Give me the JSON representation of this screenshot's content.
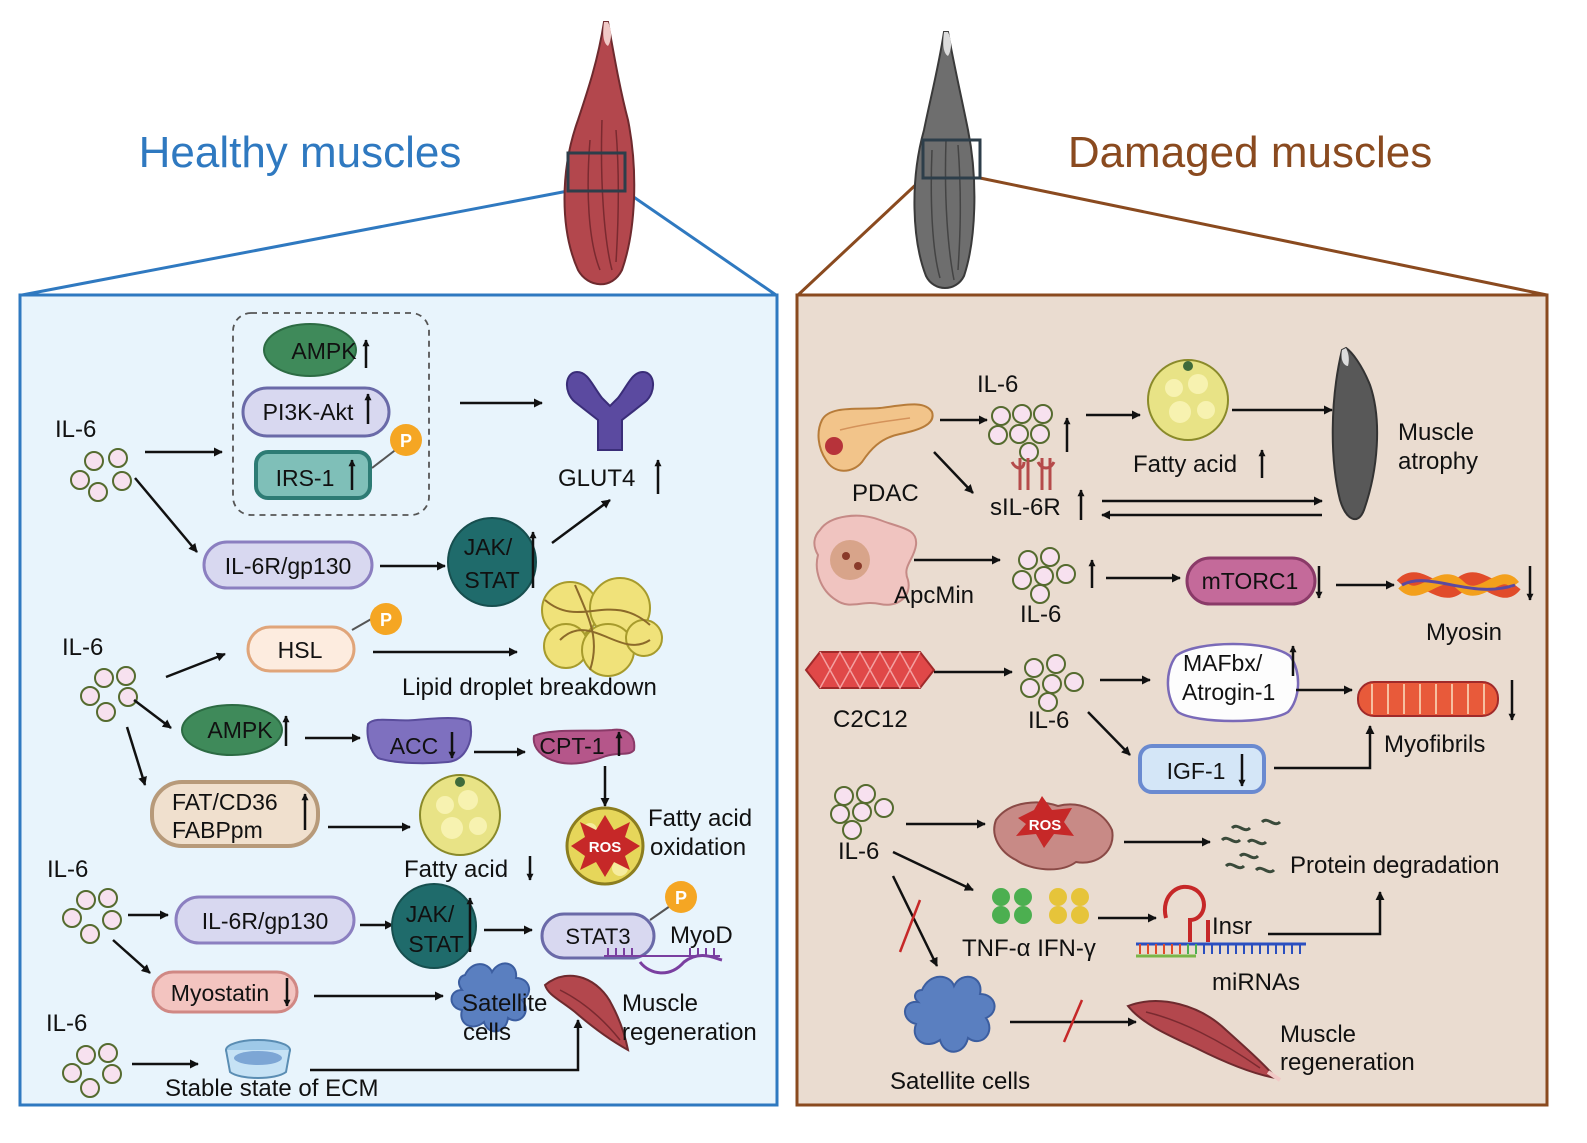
{
  "colors": {
    "healthy_accent": "#2f79c0",
    "damaged_accent": "#8a4a1f",
    "healthy_bg": "#e8f4fc",
    "damaged_bg": "#eadcd0",
    "muscle_red": "#b3474d",
    "muscle_gray": "#6e6e6e",
    "ros_red": "#c62828",
    "phospho_orange": "#f5a623"
  },
  "healthy": {
    "title": "Healthy muscles",
    "il6_1": "IL-6",
    "ampk_1": "AMPK",
    "pi3k": "PI3K-Akt",
    "irs1": "IRS-1",
    "p_label": "P",
    "glut4": "GLUT4",
    "il6r_1": "IL-6R/gp130",
    "jak_1a": "JAK/",
    "jak_1b": "STAT",
    "il6_2": "IL-6",
    "hsl": "HSL",
    "lipid": "Lipid droplet breakdown",
    "ampk_2": "AMPK",
    "acc": "ACC",
    "cpt1": "CPT-1",
    "fat_a": "FAT/CD36",
    "fat_b": "FABPpm",
    "ros": "ROS",
    "fao_a": "Fatty acid",
    "fao_b": "oxidation",
    "fatty_acid": "Fatty acid",
    "il6_3": "IL-6",
    "il6r_2": "IL-6R/gp130",
    "jak_2a": "JAK/",
    "jak_2b": "STAT",
    "stat3": "STAT3",
    "myod": "MyoD",
    "myostatin": "Myostatin",
    "sat_a": "Satellite",
    "sat_b": "cells",
    "regen_a": "Muscle",
    "regen_b": "regeneration",
    "il6_4": "IL-6",
    "ecm": "Stable state of ECM"
  },
  "damaged": {
    "title": "Damaged muscles",
    "il6_1": "IL-6",
    "pdac": "PDAC",
    "fatty_acid": "Fatty acid",
    "atrophy_a": "Muscle",
    "atrophy_b": "atrophy",
    "sil6r": "sIL-6R",
    "apcmin": "ApcMin",
    "il6_2": "IL-6",
    "mtorc1": "mTORC1",
    "myosin": "Myosin",
    "c2c12": "C2C12",
    "il6_3": "IL-6",
    "mafbx_a": "MAFbx/",
    "mafbx_b": "Atrogin-1",
    "myofibrils": "Myofibrils",
    "igf1": "IGF-1",
    "il6_4": "IL-6",
    "ros": "ROS",
    "protein_deg": "Protein degradation",
    "cytokines": "TNF-α IFN-γ",
    "insr": "Insr",
    "mirnas": "miRNAs",
    "sat": "Satellite cells",
    "regen_a": "Muscle",
    "regen_b": "regeneration"
  }
}
